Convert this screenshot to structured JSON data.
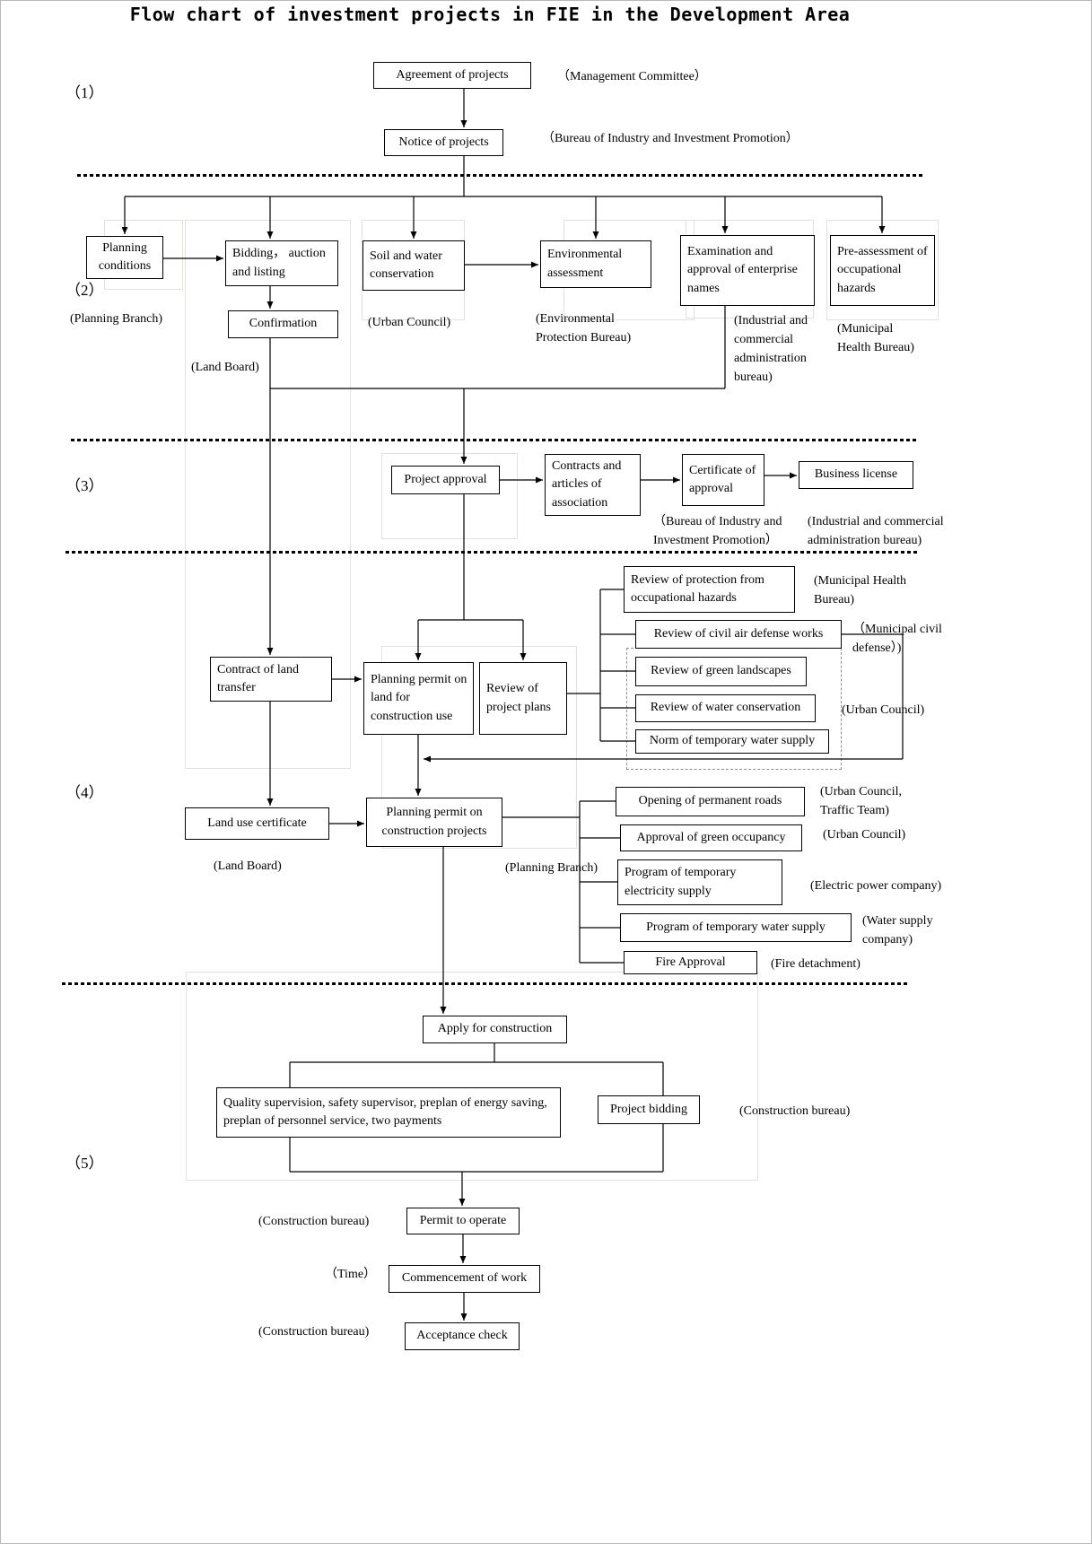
{
  "title": "Flow chart of investment projects in FIE in the Development Area",
  "stages": {
    "s1": "（1）",
    "s2": "（2）",
    "s3": "（3）",
    "s4": "（4）",
    "s5": "（5）"
  },
  "nodes": {
    "agreement": "Agreement of projects",
    "notice": "Notice of projects",
    "planning_conditions": "Planning conditions",
    "bidding": "Bidding，  auction and listing",
    "confirmation": "Confirmation",
    "soil": "Soil and water conservation",
    "environmental": "Environmental assessment",
    "examination": "Examination and approval of enterprise names",
    "pre_assessment": "Pre-assessment of  occupational hazards",
    "project_approval": "Project approval",
    "contracts": "Contracts and articles of association",
    "certificate": "Certificate of approval",
    "business_license": "Business license",
    "contract_land": "Contract of land transfer",
    "permit_land": "Planning permit on land for construction use",
    "review_plans": "Review of project plans",
    "review_hazards": "Review of protection from occupational hazards",
    "review_air": "Review of civil air defense works",
    "review_green": "Review of green landscapes",
    "review_water": "Review of water conservation",
    "norm_water": "Norm of temporary water supply",
    "land_use": "Land use certificate",
    "permit_construction": "Planning permit on construction projects",
    "roads": "Opening of permanent roads",
    "green_occupancy": "Approval of green occupancy",
    "electricity": "Program of temporary electricity supply",
    "water_supply": "Program of temporary water supply",
    "fire": "Fire Approval",
    "apply": "Apply for construction",
    "quality": "Quality supervision, safety supervisor, preplan of energy saving, preplan of personnel service, two payments",
    "bidding_project": "Project bidding",
    "permit_operate": "Permit to operate",
    "commencement": "Commencement of work",
    "acceptance": "Acceptance check"
  },
  "labels": {
    "management_committee": "（Management Committee）",
    "bureau_industry": "（Bureau of Industry and Investment Promotion）",
    "planning_branch": "(Planning Branch)",
    "urban_council": "(Urban Council)",
    "env_protection": "(Environmental Protection Bureau)",
    "industrial_commercial": "(Industrial and commercial administration bureau)",
    "municipal_health": "(Municipal Health Bureau)",
    "land_board": "(Land Board)",
    "municipal_civil": "（Municipal civil defense）)",
    "urban_traffic": "(Urban Council, Traffic Team)",
    "electric_power": "(Electric power company)",
    "water_company": "(Water supply company)",
    "fire_detachment": "(Fire detachment)",
    "construction_bureau": "(Construction bureau)",
    "time": "（Time）"
  }
}
